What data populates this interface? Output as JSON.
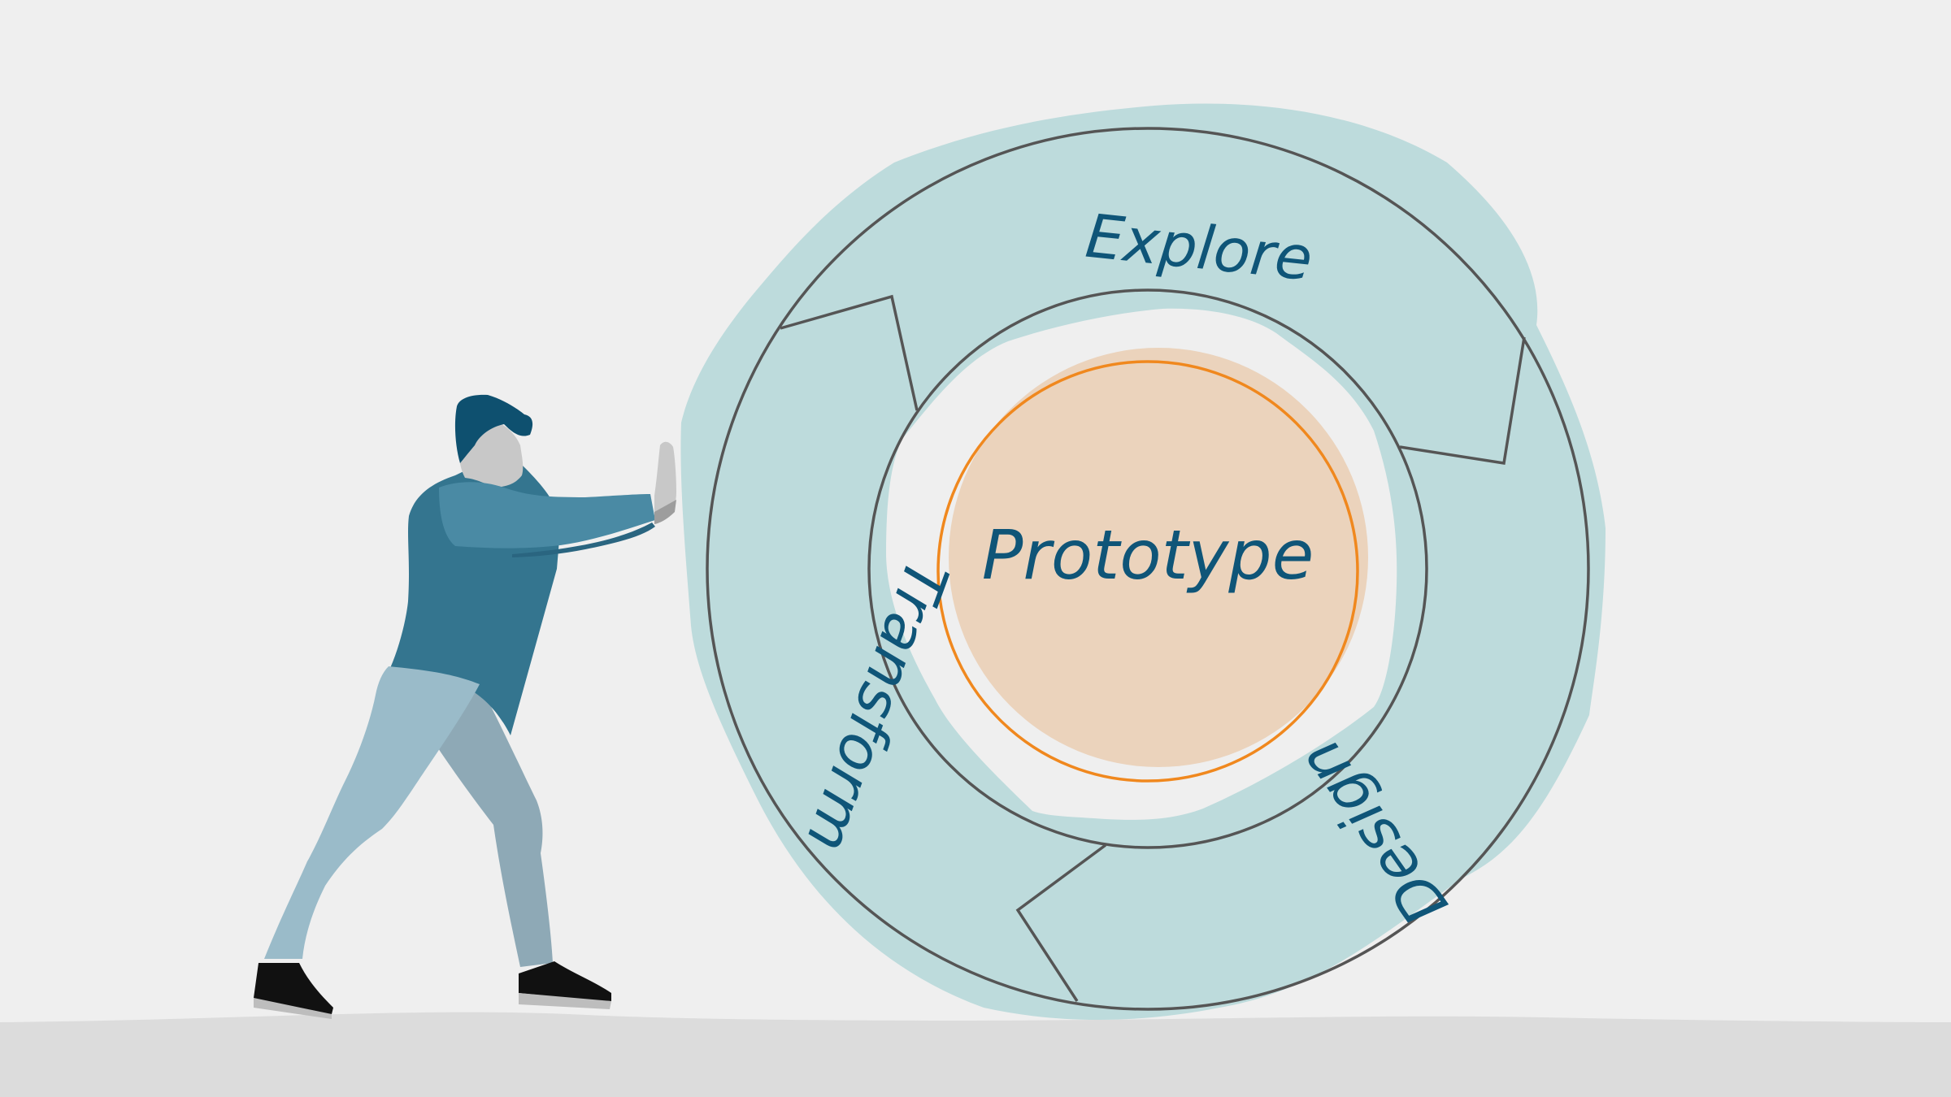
{
  "diagram": {
    "center_label": "Prototype",
    "segments": [
      {
        "id": "explore",
        "label": "Explore"
      },
      {
        "id": "design",
        "label": "Design"
      },
      {
        "id": "transform",
        "label": "Transform"
      }
    ]
  },
  "colors": {
    "background": "#efefef",
    "ground": "#dcdcdc",
    "ring_fill": "#bddbdc",
    "ring_stroke": "#555555",
    "core_fill": "#ebd3bc",
    "core_stroke": "#f0881e",
    "text": "#0f5578",
    "shirt": "#34758f",
    "hair": "#0e506f",
    "pants": "#9abbc9",
    "skin": "#c8c8c8",
    "shoes": "#111111"
  },
  "scene": {
    "figure": "person-pushing-wheel"
  }
}
